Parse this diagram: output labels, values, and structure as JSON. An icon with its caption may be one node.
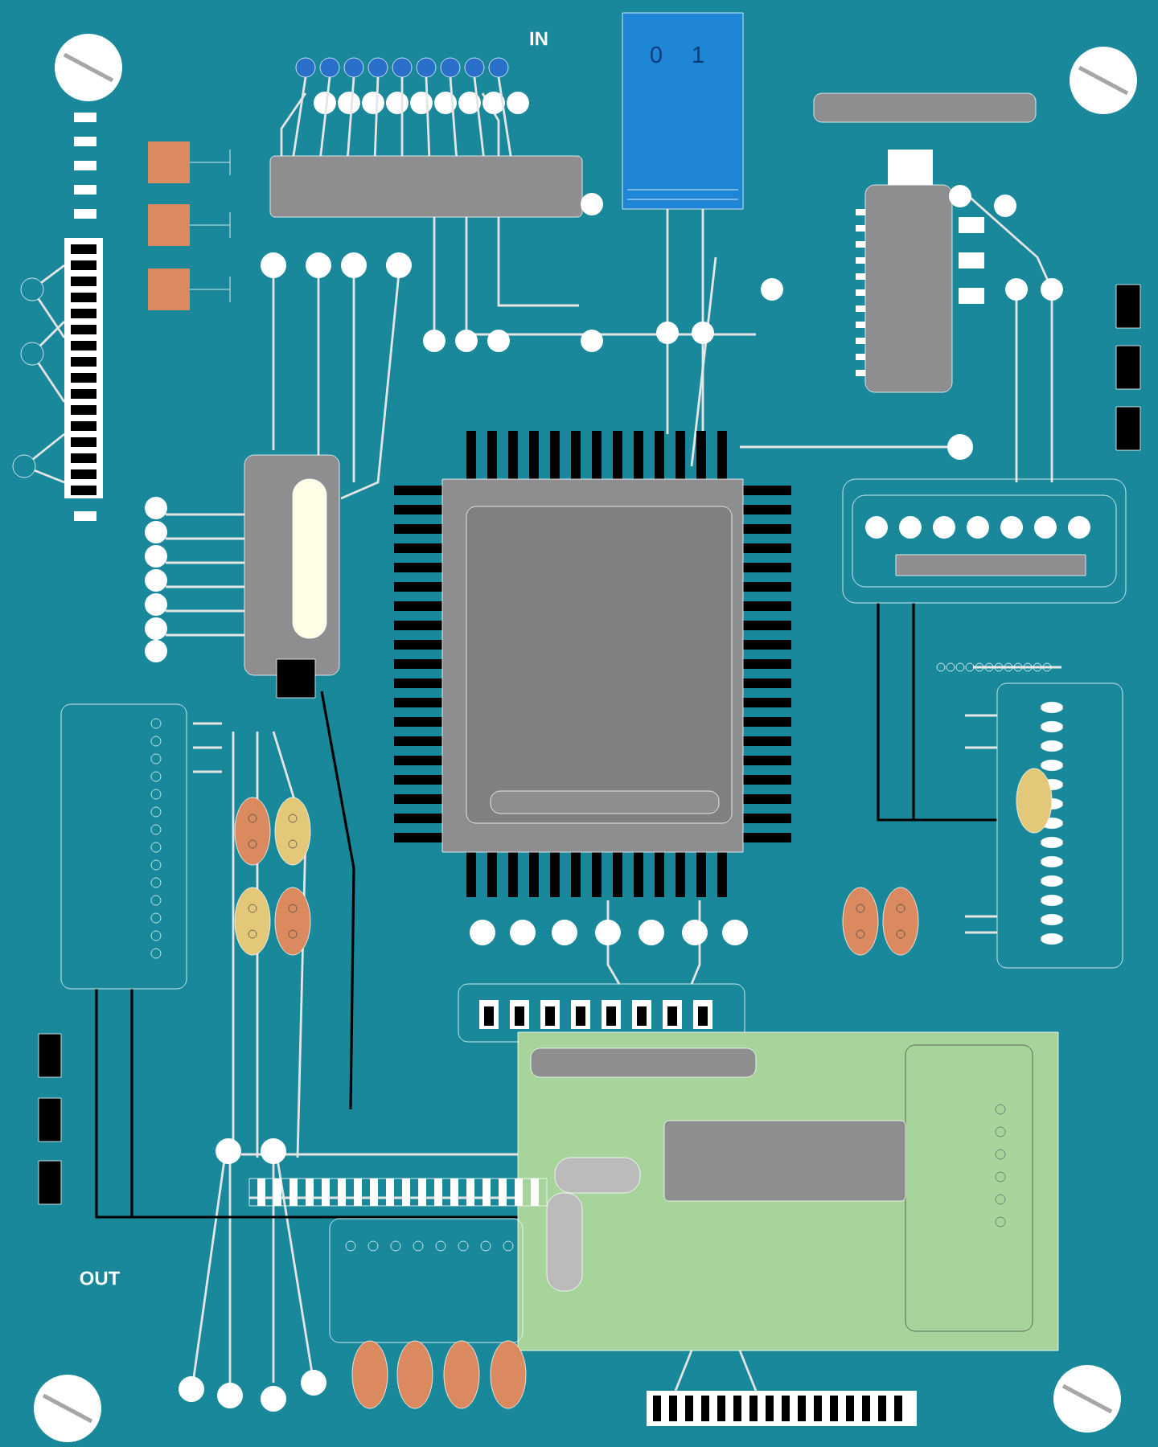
{
  "diagram": {
    "labels": [
      "IN",
      "0",
      "1",
      "OUT"
    ]
  }
}
